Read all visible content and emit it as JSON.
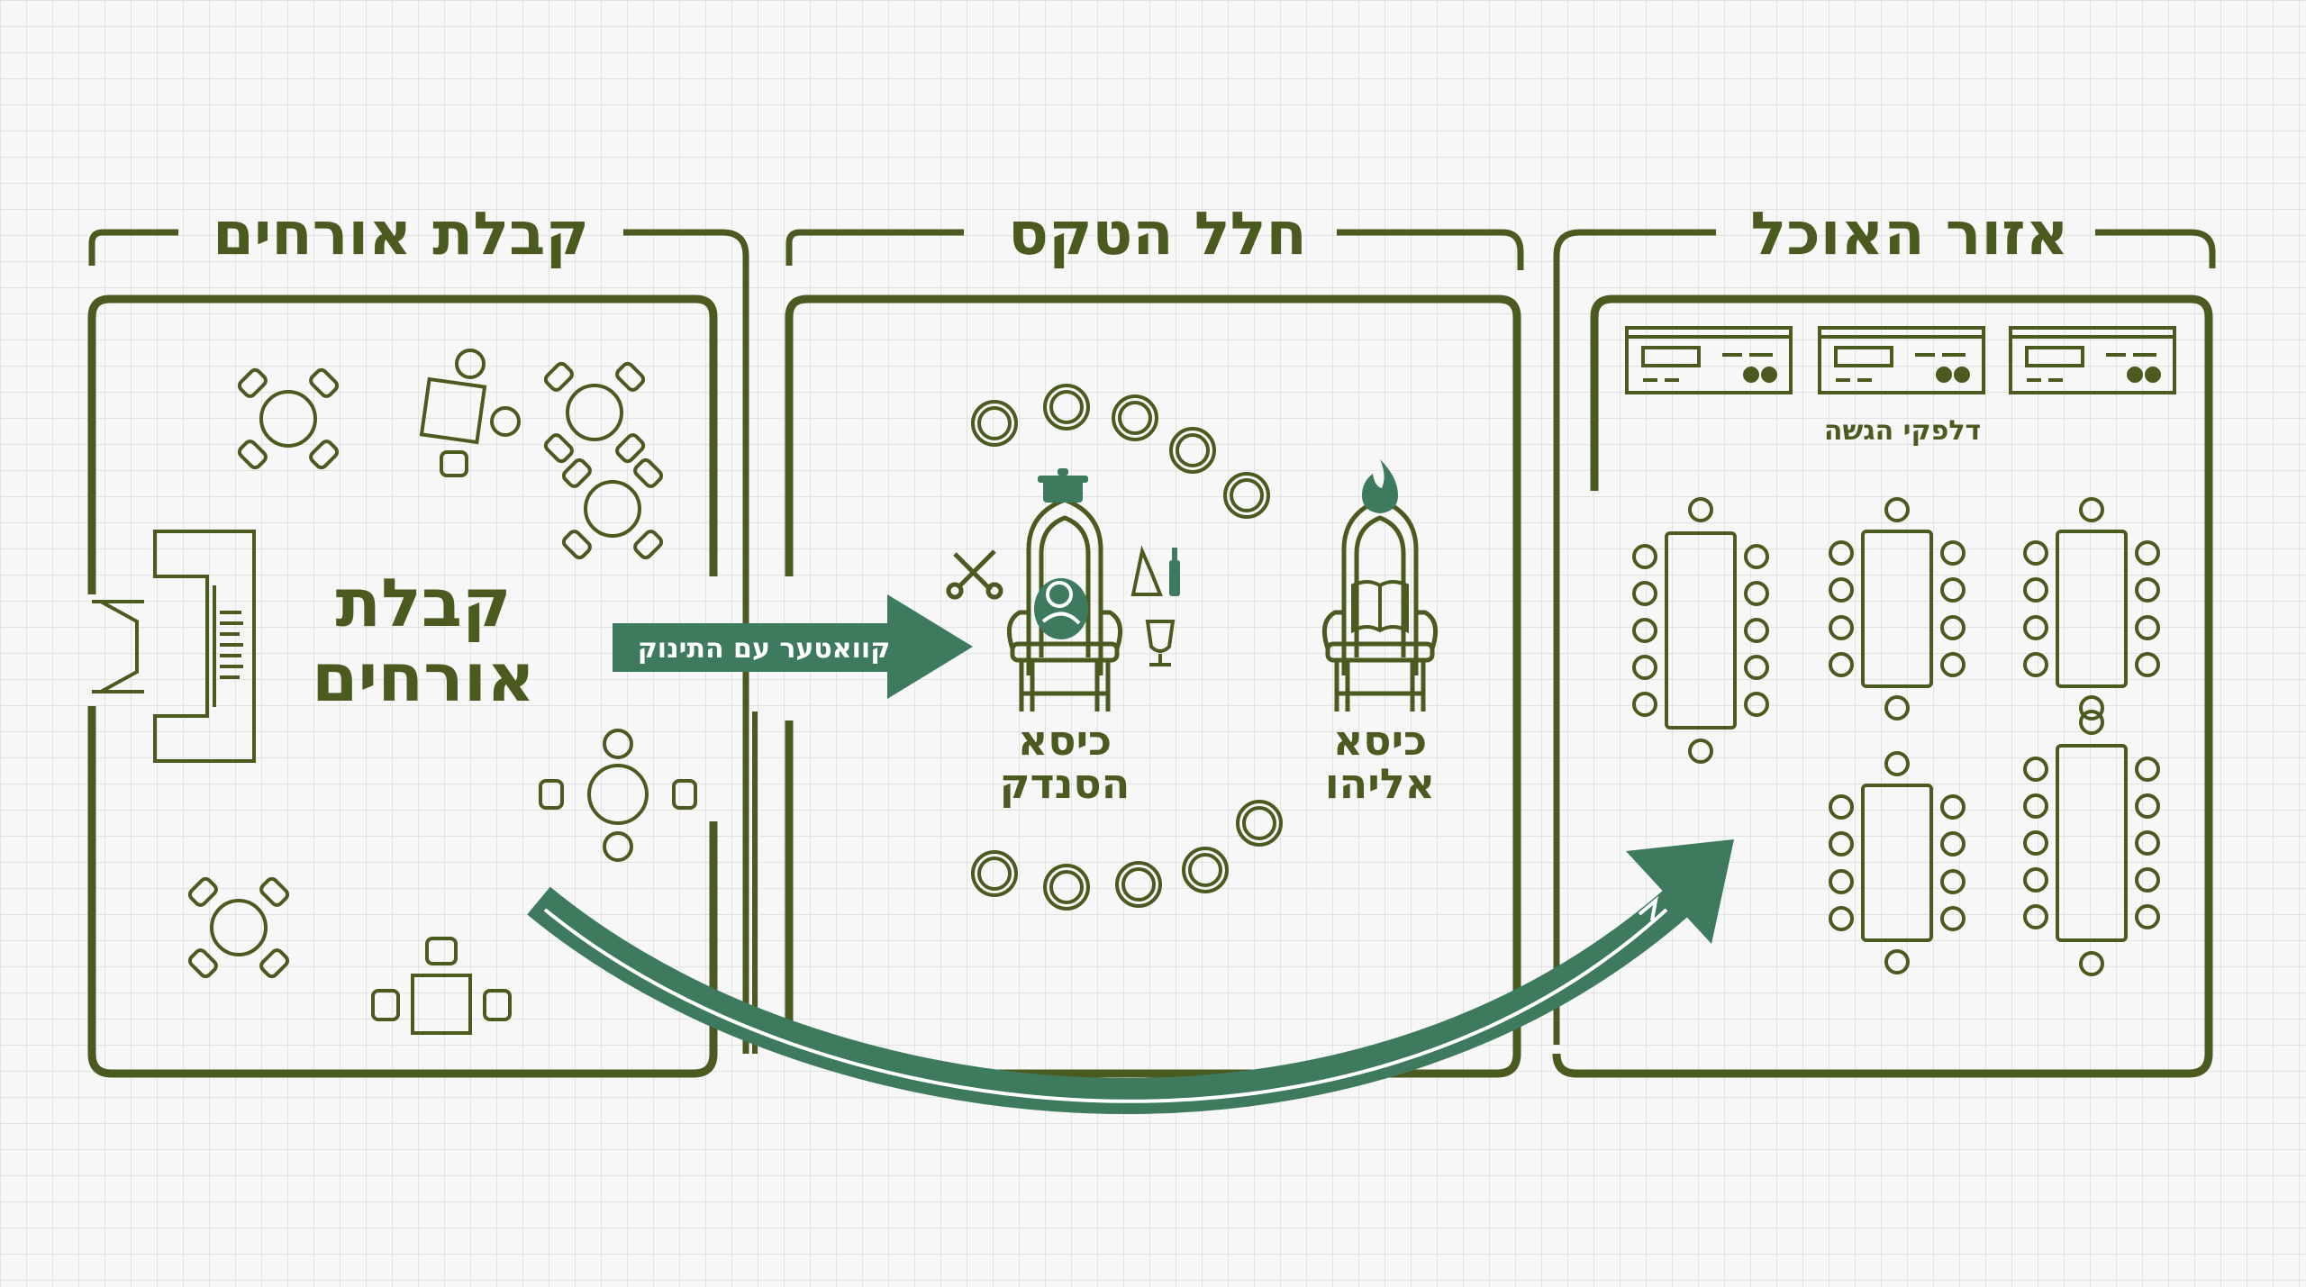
{
  "sections": {
    "reception": {
      "title": "קבלת אורחים",
      "room_label_line1": "קבלת",
      "room_label_line2": "אורחים"
    },
    "ceremony": {
      "title": "חלל הטקס",
      "sandak_line1": "כיסא",
      "sandak_line2": "הסנדק",
      "eliyahu_line1": "כיסא",
      "eliyahu_line2": "אליהו"
    },
    "dining": {
      "title": "אזור האוכל",
      "serving_label": "דלפקי הגשה"
    }
  },
  "flow": {
    "kvatter_label": "קוואטער עם התינוק"
  },
  "icons": {
    "reception_desk": "reception-desk-icon",
    "round_table": "round-table-icon",
    "square_table": "square-table-icon",
    "sandak_chair": "throne-icon",
    "eliyahu_chair": "throne-icon",
    "baby": "baby-icon",
    "surgical_tools": "scissors-icon",
    "wine_glass": "wine-glass-icon",
    "bottles": "bottles-icon",
    "kiddush_pot": "pot-icon",
    "flame": "flame-icon",
    "open_book": "book-icon",
    "serving_counter": "serving-counter-icon",
    "long_table": "long-table-icon"
  },
  "colors": {
    "outline": "#4b5a1f",
    "arrow": "#3d7a5e",
    "background": "#f7f7f7",
    "grid": "#e2e2e2"
  }
}
